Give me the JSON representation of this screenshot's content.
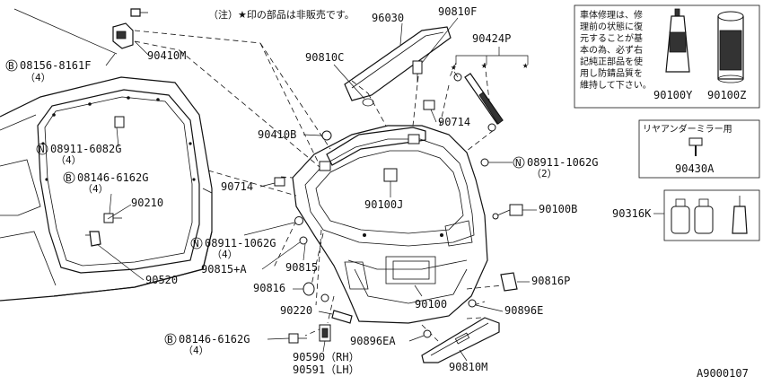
{
  "note": "（注）★印の部品は非販売です。",
  "repair_box": {
    "lines": [
      "車体修理は、修",
      "理前の状態に復",
      "元することが基",
      "本の為、必ず右",
      "記純正部品を使",
      "用し防錆品質を",
      "維持して下さい。"
    ],
    "parts": [
      "90100Y",
      "90100Z"
    ]
  },
  "mirror_box": {
    "title": "リヤアンダーミラー用",
    "part": "90430A"
  },
  "paint_box": {
    "part": "90316K"
  },
  "parts": {
    "p90030": "96030",
    "p90810F": "90810F",
    "p90424P": "90424P",
    "p90810C": "90810C",
    "p90410M": "90410M",
    "p08156": "08156-8161F",
    "p08156_qty": "（4）",
    "p90714a": "90714",
    "p90410B": "90410B",
    "p08911a": "08911-1062G",
    "p08911a_qty": "（2）",
    "p08911b": "08911-6082G",
    "p08911b_qty": "（4）",
    "p08146a": "08146-6162G",
    "p08146a_qty": "（4）",
    "p90210": "90210",
    "p90714b": "90714",
    "p90100J": "90100J",
    "p90100B": "90100B",
    "p08911c": "08911-1062G",
    "p08911c_qty": "（4）",
    "p90815A": "90815+A",
    "p90815": "90815",
    "p90520": "90520",
    "p90816": "90816",
    "p90816P": "90816P",
    "p90220": "90220",
    "p90100": "90100",
    "p90896E": "90896E",
    "p08146b": "08146-6162G",
    "p08146b_qty": "（4）",
    "p90896EA": "90896EA",
    "p90590": "90590（RH）",
    "p90591": "90591（LH）",
    "p90810M": "90810M"
  },
  "bolt_symbols": {
    "B": "B",
    "N": "N"
  },
  "footer_code": "A9000107"
}
